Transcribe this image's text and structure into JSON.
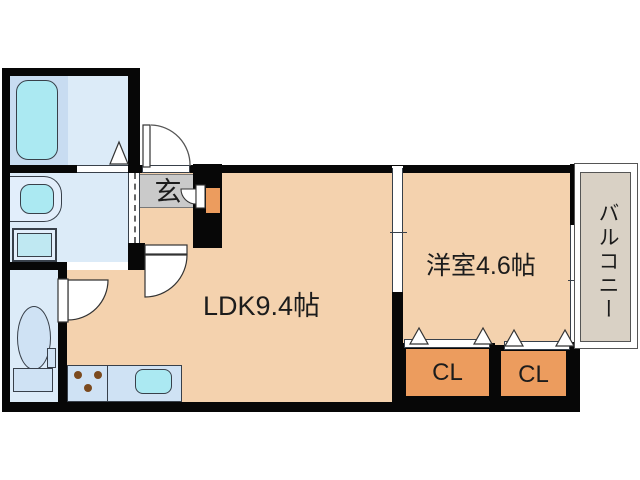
{
  "plan": {
    "labels": {
      "genkan": "玄",
      "ldk": "LDK9.4帖",
      "western_room": "洋室4.6帖",
      "closet_left": "CL",
      "closet_right": "CL",
      "balcony": "バルコニー"
    },
    "colors": {
      "wall": "#070707",
      "floor": "#f4d2ae",
      "closet": "#ec9c5e",
      "wet": "#dcebf8",
      "bath_zone": "#c8dcf1",
      "cyan": "#abe9f2",
      "counter": "#cfe2f4",
      "fixture": "#e2eefb",
      "pan": "#bfe8f2",
      "genkan": "#cacaca",
      "balcony": "#d9d1c5",
      "burner": "#7b4a1e",
      "line": "#38404a",
      "text": "#1c1c1c"
    }
  }
}
